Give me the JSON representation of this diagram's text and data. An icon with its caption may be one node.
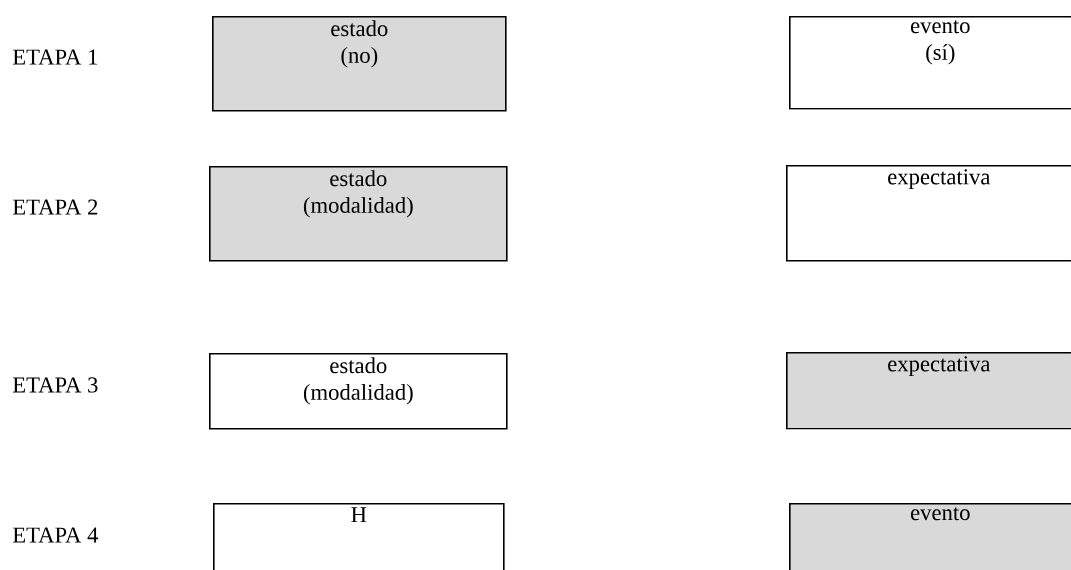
{
  "diagram": {
    "nodes": [
      {
        "text": [
          "estado",
          "(no)"
        ]
      },
      {
        "text": [
          "evento",
          "(sí)"
        ]
      },
      {
        "text": [
          "estado",
          "(modalidad)"
        ]
      },
      {
        "text": [
          "expectativa"
        ]
      },
      {
        "text": [
          "estado",
          "(modalidad)"
        ]
      },
      {
        "text": [
          "expectativa"
        ]
      },
      {
        "text": [
          "H"
        ]
      },
      {
        "text": [
          "evento"
        ]
      }
    ],
    "labels": [
      "ETAPA 1",
      "ETAPA 2",
      "ETAPA 3",
      "ETAPA 4"
    ]
  }
}
